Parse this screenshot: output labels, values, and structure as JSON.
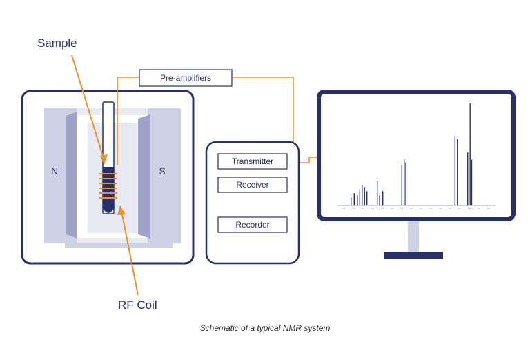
{
  "labels": {
    "sample": "Sample",
    "rf_coil": "RF Coil",
    "pole_north": "N",
    "pole_south": "S",
    "preamplifiers": "Pre-amplifiers",
    "transmitter": "Transmitter",
    "receiver": "Receiver",
    "recorder": "Recorder"
  },
  "caption": "Schematic of a typical NMR system",
  "colors": {
    "navy": "#28306b",
    "orange": "#e8922a",
    "magnet_light": "#cfd2e4",
    "magnet_dark": "#9ea3c7",
    "bore": "#e8e9f2"
  },
  "spectrum": {
    "peaks": [
      {
        "x": 0.09,
        "h": 0.08
      },
      {
        "x": 0.11,
        "h": 0.12
      },
      {
        "x": 0.13,
        "h": 0.1
      },
      {
        "x": 0.145,
        "h": 0.16
      },
      {
        "x": 0.16,
        "h": 0.2
      },
      {
        "x": 0.175,
        "h": 0.18
      },
      {
        "x": 0.19,
        "h": 0.14
      },
      {
        "x": 0.255,
        "h": 0.24
      },
      {
        "x": 0.27,
        "h": 0.1
      },
      {
        "x": 0.29,
        "h": 0.14
      },
      {
        "x": 0.41,
        "h": 0.4
      },
      {
        "x": 0.425,
        "h": 0.45
      },
      {
        "x": 0.435,
        "h": 0.42
      },
      {
        "x": 0.745,
        "h": 0.68
      },
      {
        "x": 0.76,
        "h": 0.65
      },
      {
        "x": 0.825,
        "h": 0.52
      },
      {
        "x": 0.84,
        "h": 1.0
      },
      {
        "x": 0.85,
        "h": 0.45
      }
    ],
    "ticks": [
      "7.5",
      "7.0",
      "6.5",
      "6.0",
      "5.5",
      "5.0",
      "4.5",
      "4.0",
      "3.5",
      "3.0",
      "2.5",
      "2.0",
      "1.5",
      "1.0",
      "0.5",
      "0.0"
    ]
  }
}
